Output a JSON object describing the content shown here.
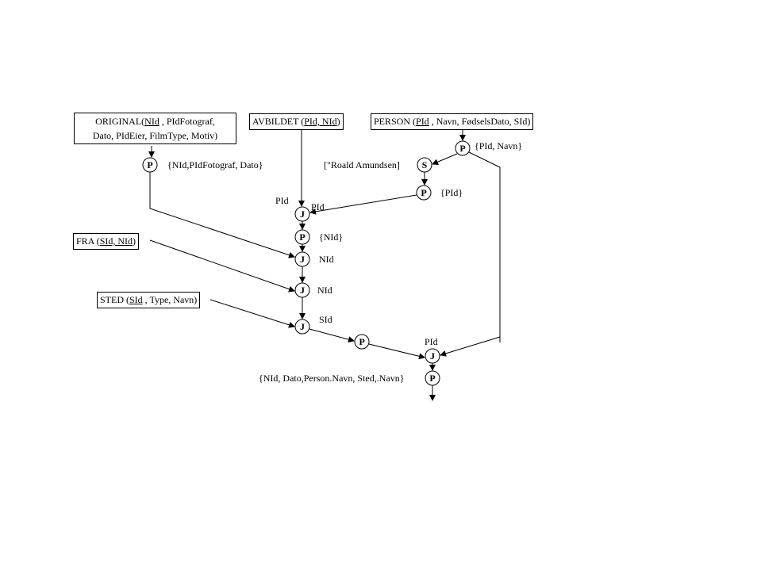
{
  "relations": {
    "original": {
      "name": "ORIGINAL(",
      "key": "NId",
      "rest1": " , PIdFotograf,",
      "line2": "Dato, PIdEier, FilmType, Motiv)"
    },
    "avbildet": {
      "name": "AVBILDET (",
      "key": "PId, NId",
      "rest": ")"
    },
    "person": {
      "name": "PERSON (",
      "key": "PId",
      "rest": " , Navn, FødselsDato, SId)"
    },
    "fra": {
      "name": "FRA (",
      "key": "SId, NId",
      "rest": ")"
    },
    "sted": {
      "name": "STED (",
      "key": "SId",
      "rest": " , Type, Navn)"
    }
  },
  "operators": {
    "project": "P",
    "select": "S",
    "join": "J"
  },
  "labels": {
    "p_original": "{NId,PIdFotograf, Dato}",
    "p_person": "{PId, Navn}",
    "select_cond": "[\"Roald Amundsen]",
    "p_pid": "{PId}",
    "join1_left": "PId",
    "join1_right": "PId",
    "p_nid": "{NId}",
    "join2": "NId",
    "join3": "NId",
    "join4": "SId",
    "join5": "PId",
    "p_final": "{NId, Dato,Person.Navn, Sted,.Navn}"
  }
}
